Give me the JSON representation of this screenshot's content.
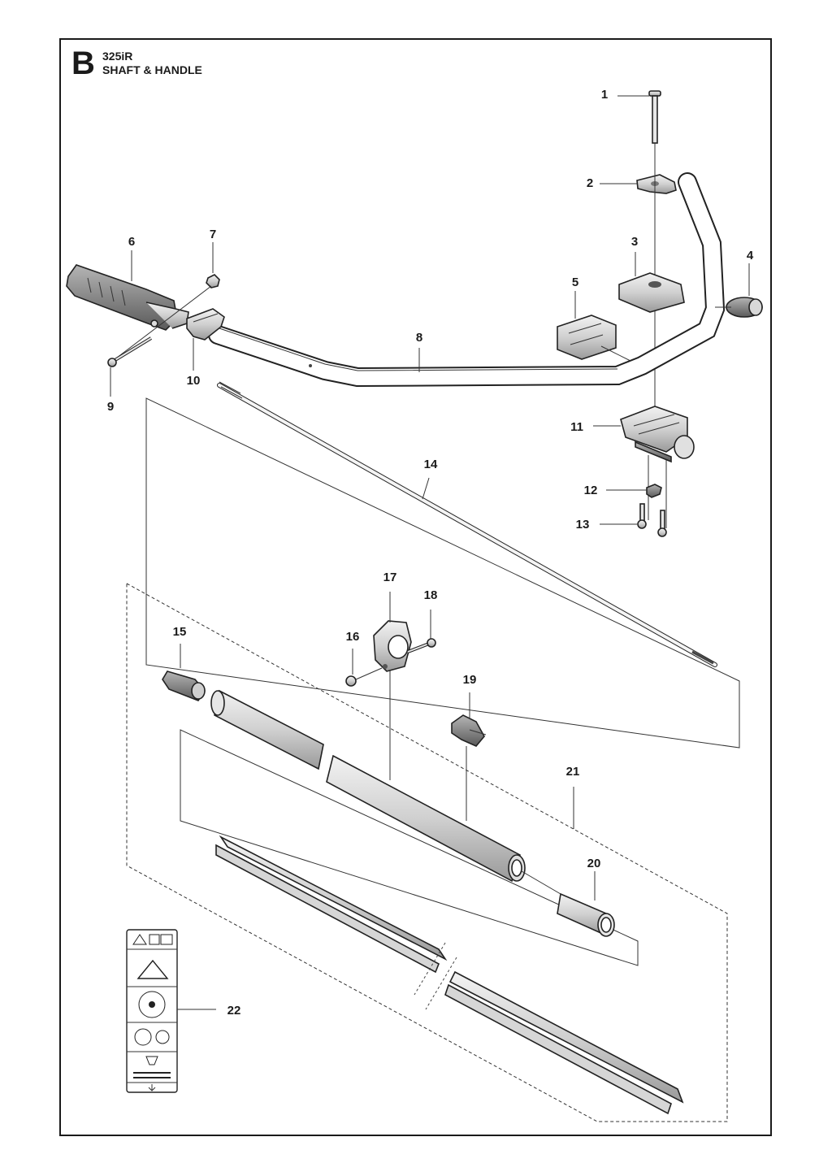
{
  "header": {
    "section_letter": "B",
    "model": "325iR",
    "title": "SHAFT & HANDLE"
  },
  "callouts": [
    "1",
    "2",
    "3",
    "4",
    "5",
    "6",
    "7",
    "8",
    "9",
    "10",
    "11",
    "12",
    "13",
    "14",
    "15",
    "16",
    "17",
    "18",
    "19",
    "20",
    "21",
    "22"
  ],
  "colors": {
    "line": "#1a1a1a",
    "part_fill_light": "#e6e6e6",
    "part_fill_mid": "#bdbdbd",
    "part_fill_dark": "#6e6e6e"
  },
  "icons": [
    "warning-label-decal-icon"
  ]
}
